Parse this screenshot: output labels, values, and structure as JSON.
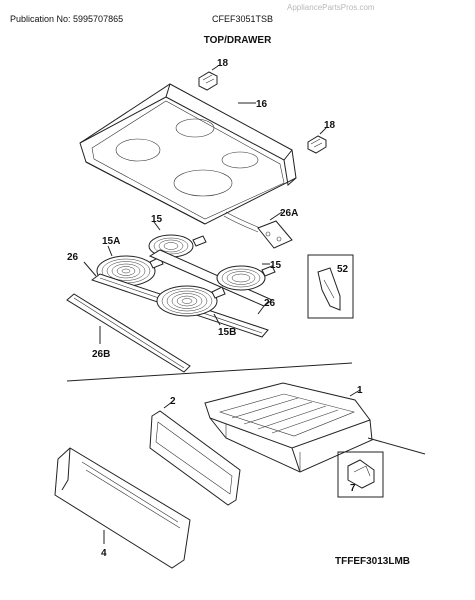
{
  "header": {
    "publication": "Publication No: 5995707865",
    "model": "CFEF3051TSB",
    "watermark": "AppliancePartsPros.com"
  },
  "section_title": "TOP/DRAWER",
  "diagram_code": "TFFEF3013LMB",
  "part_labels": {
    "p18a": "18",
    "p16": "16",
    "p18b": "18",
    "p15a": "15",
    "p26a": "26A",
    "p15A": "15A",
    "p26b": "26",
    "p15b": "15",
    "p52": "52",
    "p26c": "26",
    "p15B": "15B",
    "p26B": "26B",
    "p1": "1",
    "p2": "2",
    "p7": "7",
    "p4": "4"
  }
}
